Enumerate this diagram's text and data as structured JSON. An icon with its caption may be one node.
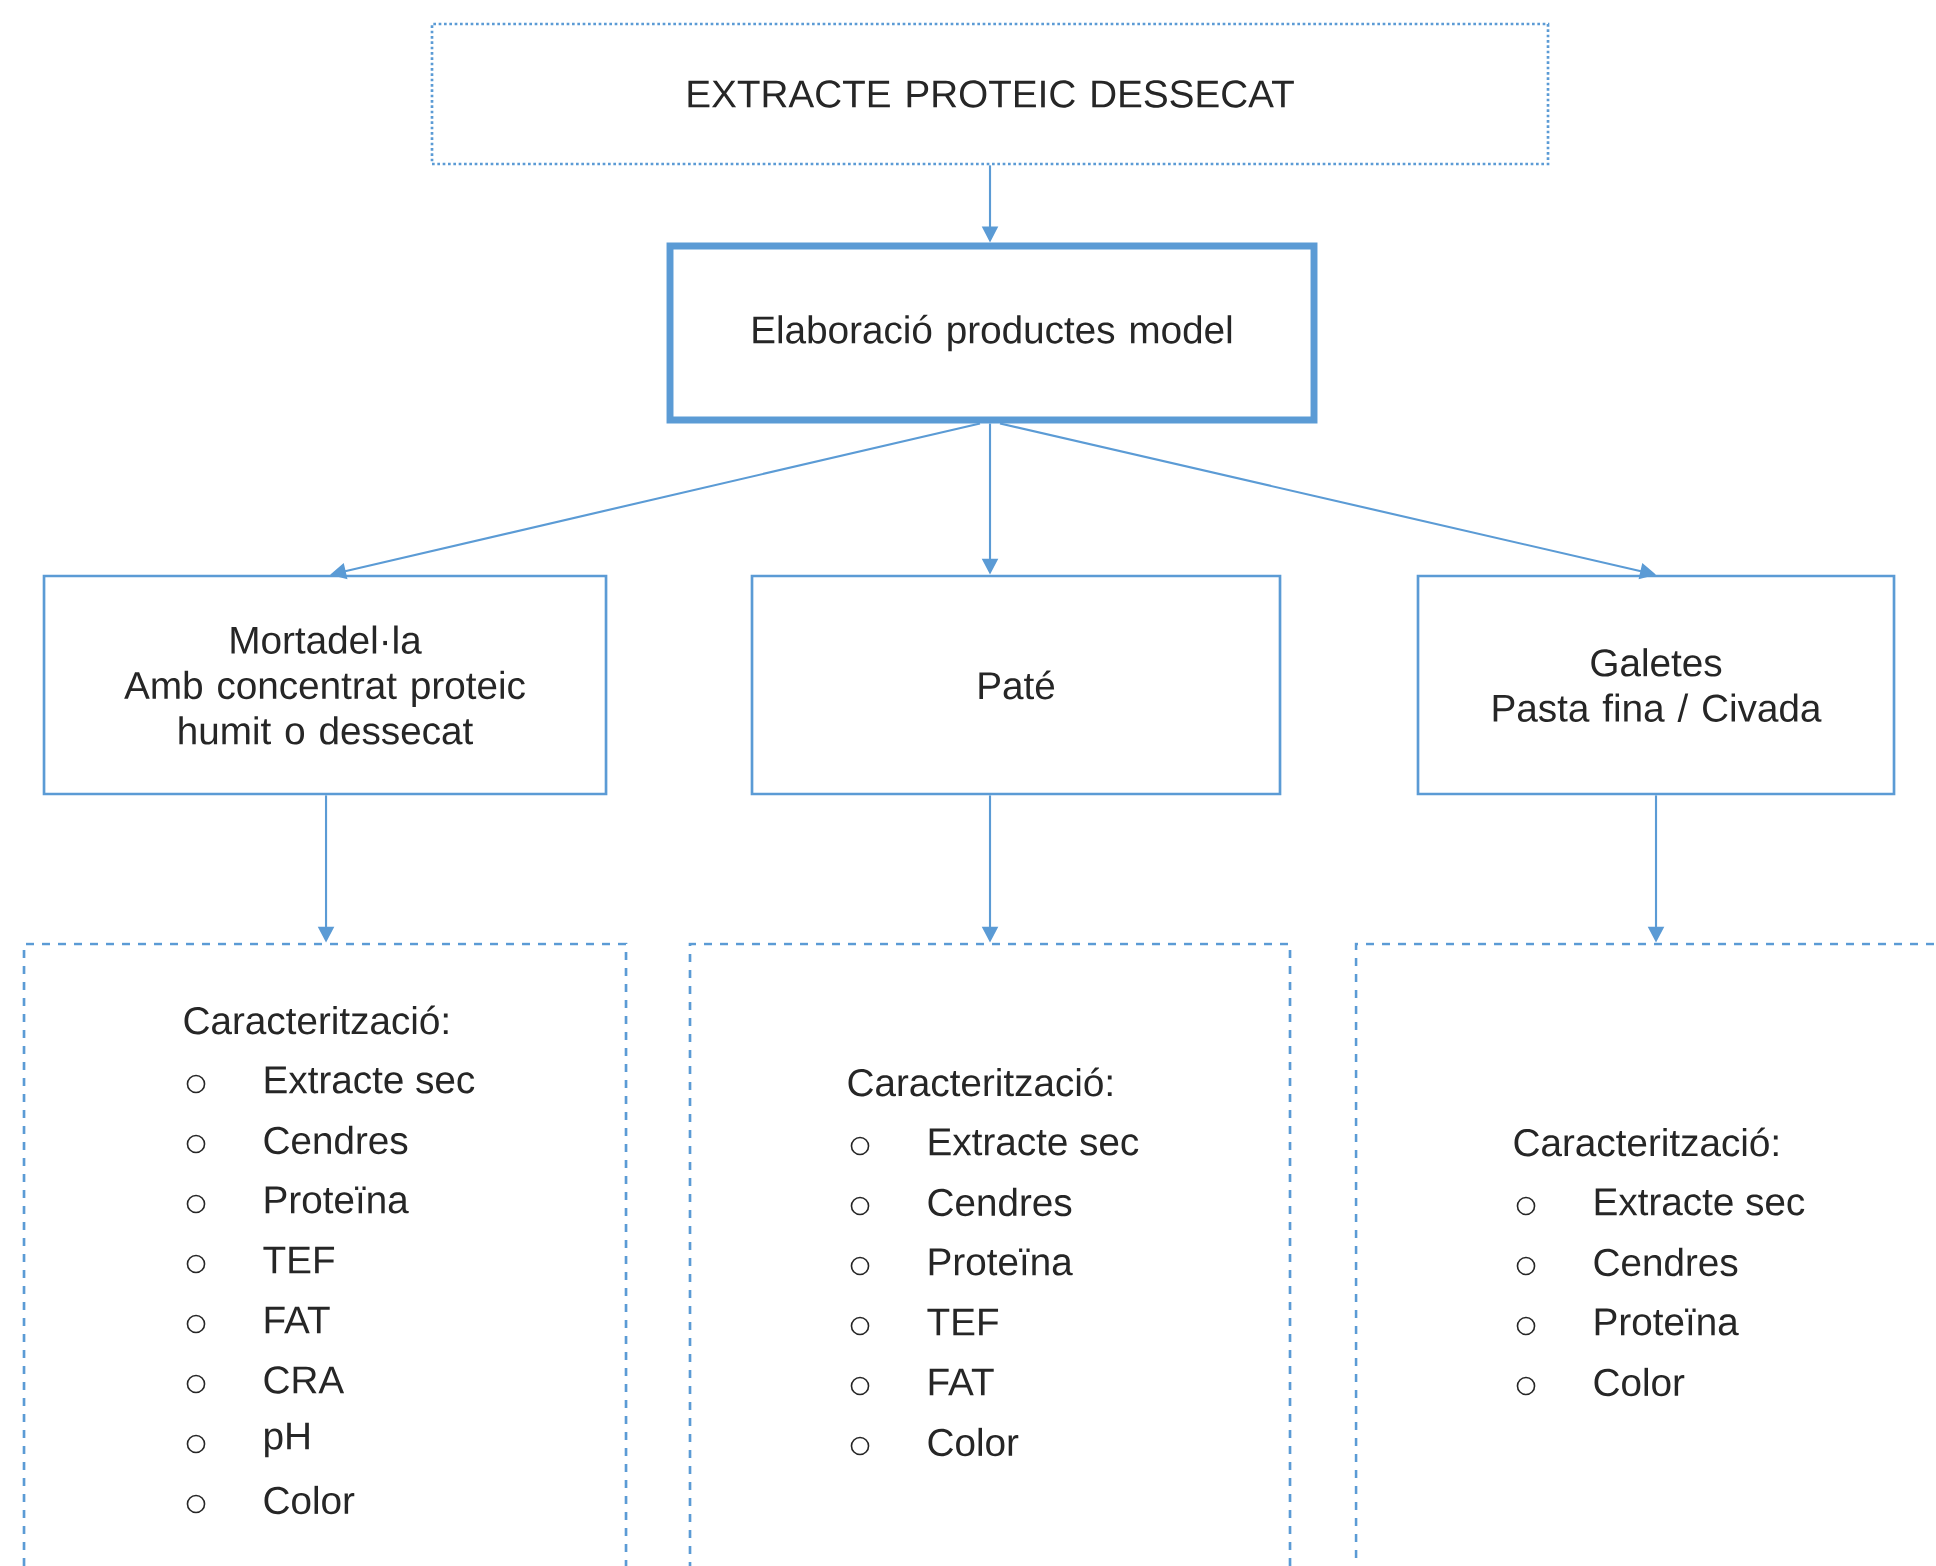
{
  "diagram": {
    "nodes": [
      {
        "text": [
          "EXTRACTE PROTEIC DESSECAT"
        ]
      },
      {
        "text": [
          "Elaboració productes model"
        ]
      },
      {
        "text": [
          "Mortadel·la",
          "Amb concentrat proteic humit o dessecat"
        ]
      },
      {
        "text": [
          "Paté"
        ]
      },
      {
        "text": [
          "Galetes",
          "Pasta fina / Civada"
        ]
      },
      {
        "text": [
          "Caracterització:",
          "Extracte sec",
          "Cendres",
          "Proteïna",
          "TEF",
          "FAT",
          "CRA",
          "pH",
          "Color"
        ]
      },
      {
        "text": [
          "Caracterització:",
          "Extracte sec",
          "Cendres",
          "Proteïna",
          "TEF",
          "FAT",
          "Color"
        ]
      },
      {
        "text": [
          "Caracterització:",
          "Extracte sec",
          "Cendres",
          "Proteïna",
          "Color"
        ]
      }
    ],
    "edges": [
      {
        "from": 0,
        "to": 1,
        "arrow": "to"
      },
      {
        "from": 1,
        "to": 2,
        "arrow": "to"
      },
      {
        "from": 1,
        "to": 3,
        "arrow": "to"
      },
      {
        "from": 1,
        "to": 4,
        "arrow": "to"
      },
      {
        "from": 2,
        "to": 5,
        "arrow": "to"
      },
      {
        "from": 3,
        "to": 6,
        "arrow": "to"
      },
      {
        "from": 4,
        "to": 7,
        "arrow": "to"
      }
    ]
  }
}
